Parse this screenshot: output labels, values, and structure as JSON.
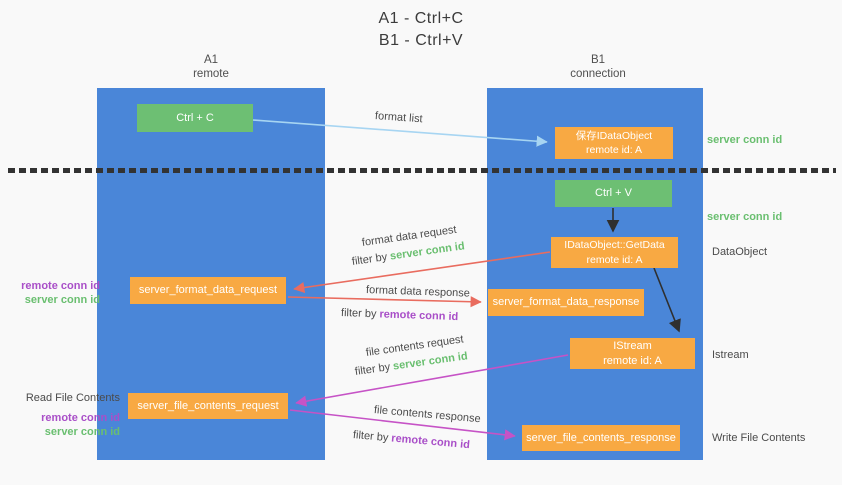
{
  "title": {
    "line1": "A1 - Ctrl+C",
    "line2": "B1 - Ctrl+V"
  },
  "lanes": {
    "left": {
      "id": "A1",
      "subtitle": "remote"
    },
    "right": {
      "id": "B1",
      "subtitle": "connection"
    }
  },
  "nodes": {
    "ctrl_c": {
      "label": "Ctrl + C"
    },
    "ctrl_v": {
      "label": "Ctrl + V"
    },
    "save_idataobject": {
      "line1": "保存IDataObject",
      "line2": "remote id: A"
    },
    "getdata": {
      "line1": "IDataObject::GetData",
      "line2": "remote id: A"
    },
    "istream": {
      "line1": "IStream",
      "line2": "remote id: A"
    },
    "format_request": {
      "label": "server_format_data_request"
    },
    "format_response": {
      "label": "server_format_data_response"
    },
    "file_request": {
      "label": "server_file_contents_request"
    },
    "file_response": {
      "label": "server_file_contents_response"
    }
  },
  "arrow_labels": {
    "format_list": "format list",
    "format_data_request": "format data request",
    "format_data_response": "format data response",
    "file_contents_request": "file contents request",
    "file_contents_response": "file contents response",
    "filter_by": "filter by",
    "server_conn_id": "server conn id",
    "remote_conn_id": "remote conn id"
  },
  "side_labels": {
    "server_conn_id": "server conn id",
    "remote_conn_id": "remote conn id",
    "dataobject": "DataObject",
    "istream": "Istream",
    "read_file_contents": "Read File Contents",
    "write_file_contents": "Write File Contents"
  },
  "colors": {
    "lane_blue": "#4a86d8",
    "node_green": "#6dbf73",
    "node_orange": "#f8a943",
    "arrow_lightblue": "#a7d5f2",
    "arrow_red": "#e96c5f",
    "arrow_magenta": "#c653c6",
    "arrow_black": "#2f2f2f",
    "text_green": "#6abf70",
    "text_purple": "#a94fc8",
    "background": "#f9f9f9"
  }
}
